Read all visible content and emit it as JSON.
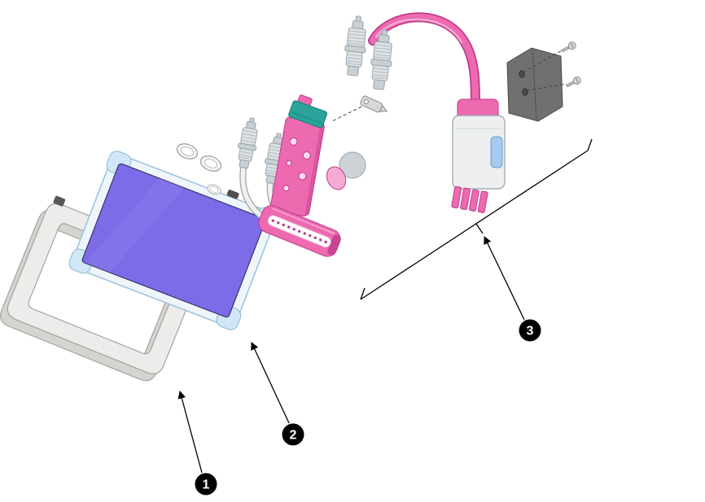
{
  "figure": {
    "kind": "exploded-parts-diagram",
    "background": "#ffffff"
  },
  "callouts": [
    {
      "label": "1",
      "part": "front-bezel"
    },
    {
      "label": "2",
      "part": "display-unit"
    },
    {
      "label": "3",
      "part": "cable-and-mounting-kit"
    }
  ],
  "colors": {
    "pink": "#ee6ab0",
    "pink-dark": "#bf3a8c",
    "pink-light": "#f6aad4",
    "screen-purple": "#7c6ce8",
    "frame-blue": "#cfe7f7",
    "bezel-gray": "#edecea",
    "bezel-shadow": "#d6d4d0",
    "metal-gray": "#dde2e5",
    "metal-dark": "#9aa5ab",
    "plate-gray": "#707070",
    "teal": "#2aa39a",
    "slot-blue": "#a6cbf2",
    "callout-black": "#000000"
  }
}
